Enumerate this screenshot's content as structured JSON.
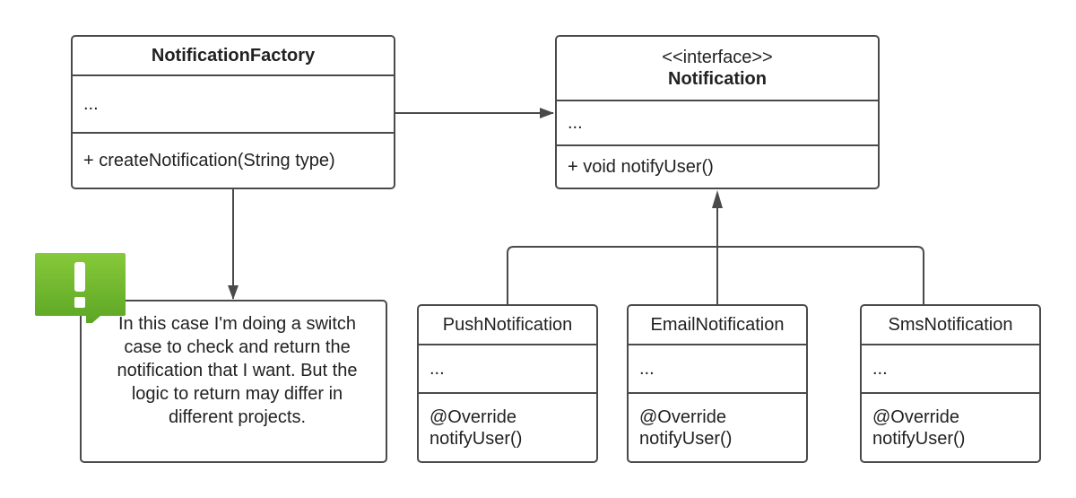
{
  "classes": {
    "factory": {
      "name": "NotificationFactory",
      "attributes": "...",
      "method": "+ createNotification(String type)"
    },
    "notification": {
      "stereotype": "<<interface>>",
      "name": "Notification",
      "attributes": "...",
      "method": "+ void notifyUser()"
    },
    "push": {
      "name": "PushNotification",
      "attributes": "...",
      "annotation": "@Override",
      "method": "notifyUser()"
    },
    "email": {
      "name": "EmailNotification",
      "attributes": "...",
      "annotation": "@Override",
      "method": "notifyUser()"
    },
    "sms": {
      "name": "SmsNotification",
      "attributes": "...",
      "annotation": "@Override",
      "method": "notifyUser()"
    }
  },
  "note": {
    "text": "In this case I'm doing a switch case to check and return the notification that I want. But the logic to return may differ in different projects.",
    "icon": "exclamation-icon"
  },
  "colors": {
    "line": "#4a4a4a",
    "note_badge": "#6fb52c"
  }
}
